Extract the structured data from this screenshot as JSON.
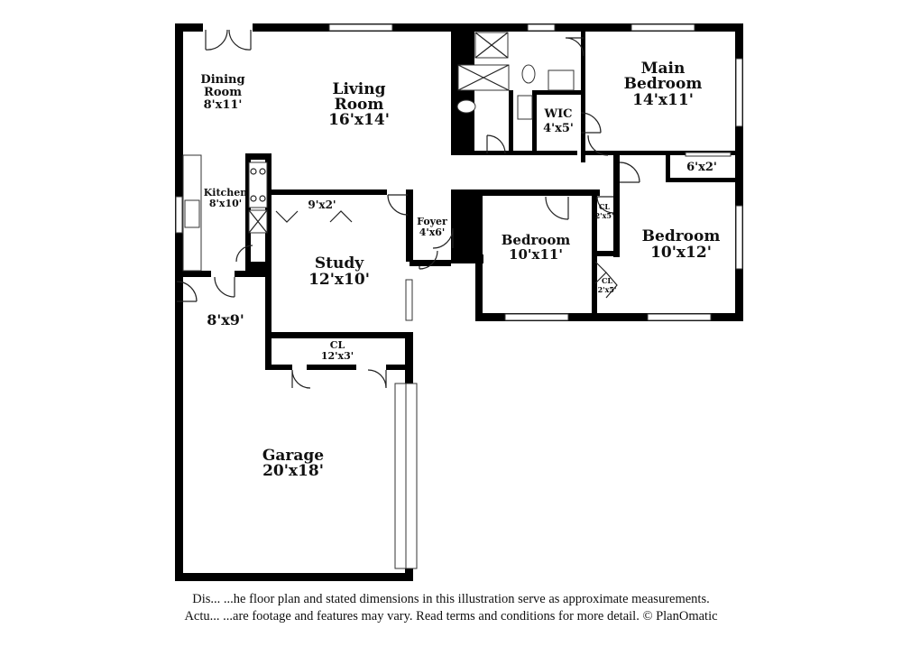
{
  "rooms": {
    "dining": {
      "name_line1": "Dining",
      "name_line2": "Room",
      "dims": "8'x11'"
    },
    "living": {
      "name_line1": "Living",
      "name_line2": "Room",
      "dims": "16'x14'"
    },
    "main_bed": {
      "name_line1": "Main",
      "name_line2": "Bedroom",
      "dims": "14'x11'"
    },
    "wic": {
      "name": "WIC",
      "dims": "4'x5'"
    },
    "closet_6x2": {
      "dims": "6'x2'"
    },
    "kitchen": {
      "name": "Kitchen",
      "dims": "8'x10'"
    },
    "closet_9x2": {
      "dims": "9'x2'"
    },
    "foyer": {
      "name": "Foyer",
      "dims": "4'x6'"
    },
    "study": {
      "name": "Study",
      "dims": "12'x10'"
    },
    "bedroom2": {
      "name": "Bedroom",
      "dims": "10'x11'"
    },
    "cl_upper": {
      "name": "CL",
      "dims": "2'x5'"
    },
    "cl_lower": {
      "name": "CL",
      "dims": "2'x5'"
    },
    "bedroom3": {
      "name": "Bedroom",
      "dims": "10'x12'"
    },
    "laundry": {
      "dims": "8'x9'"
    },
    "cl_study": {
      "name": "CL",
      "dims": "12'x3'"
    },
    "garage": {
      "name": "Garage",
      "dims": "20'x18'"
    }
  },
  "disclaimer": {
    "line1": "Dis...   ...he floor plan and stated dimensions in this illustration serve as approximate measurements.",
    "line2": "Actu...  ...are footage and features may vary. Read terms and conditions for more detail. © PlanOmatic"
  }
}
